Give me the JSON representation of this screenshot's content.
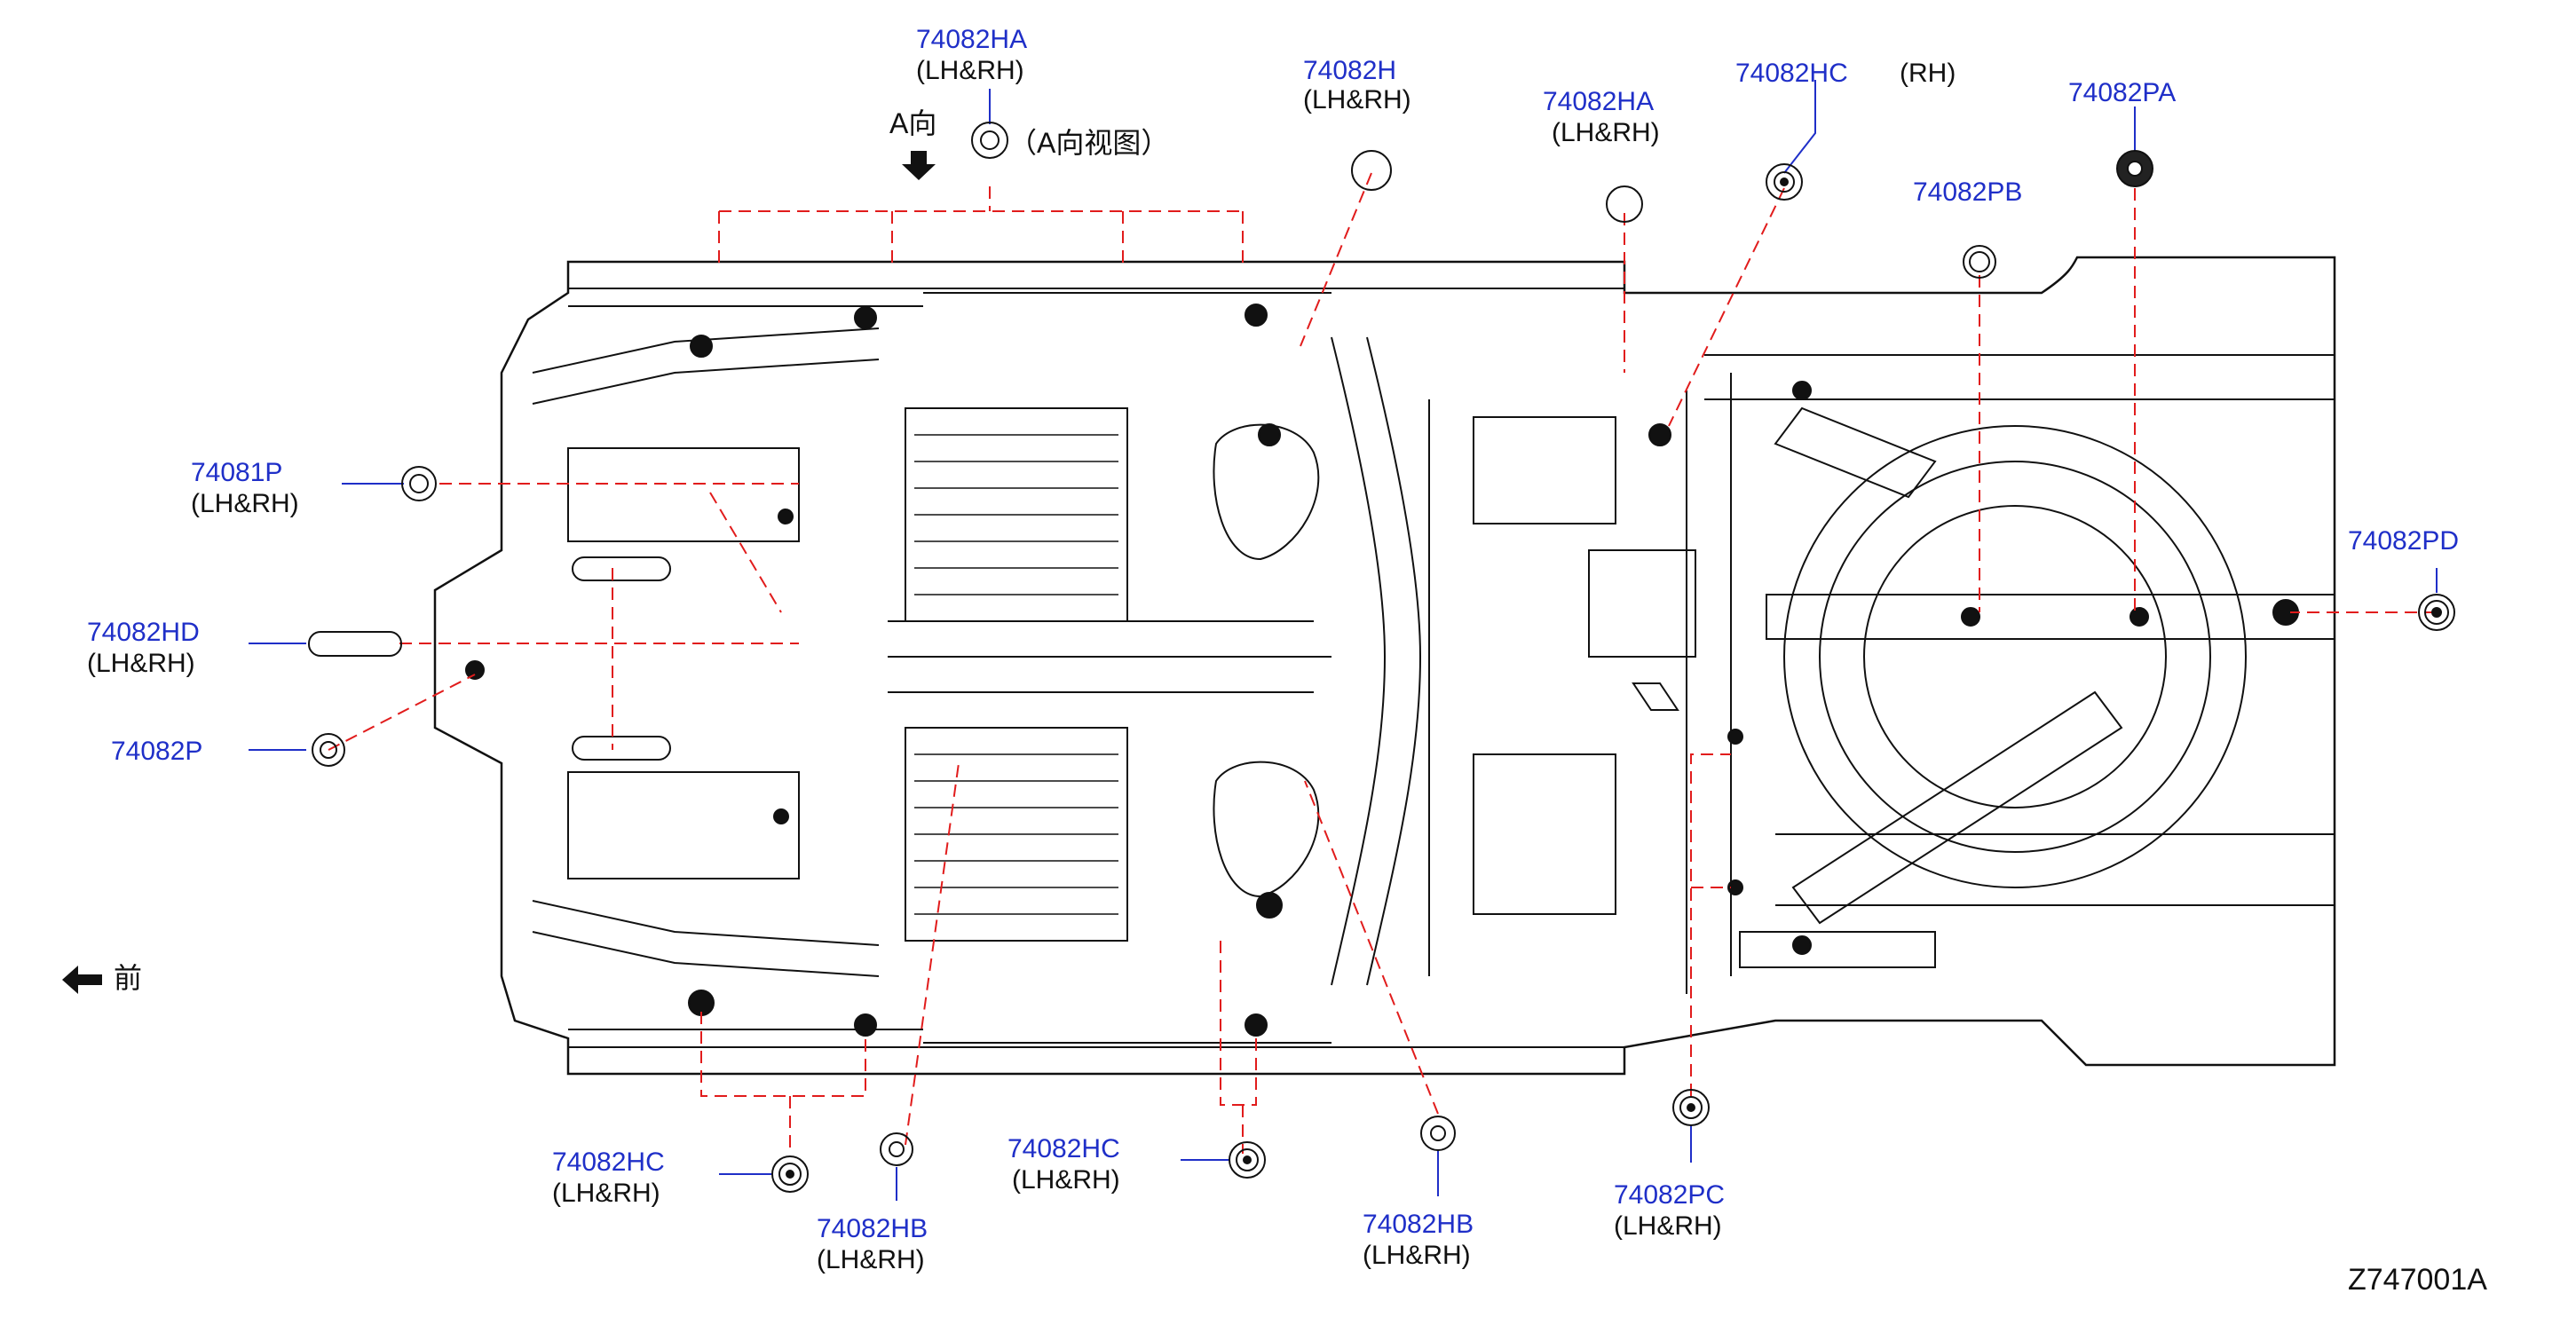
{
  "colors": {
    "part_number": "#1f2fc8",
    "leader_dashed": "#e11c1c",
    "leader_solid": "#1f2fc8",
    "outline": "#111111"
  },
  "view_a": {
    "label": "A向",
    "caption": "（A向视图）"
  },
  "front": {
    "label": "前"
  },
  "diagram_code": "Z747001A",
  "rh_note": "(RH)",
  "callouts": {
    "hc_top": {
      "part": "74082HC"
    },
    "ha_top": {
      "part": "74082HA",
      "side": "(LH&RH)"
    },
    "h_top": {
      "part": "74082H",
      "side": "(LH&RH)"
    },
    "ha_mid": {
      "part": "74082HA",
      "side": "(LH&RH)"
    },
    "pa": {
      "part": "74082PA"
    },
    "pb": {
      "part": "74082PB"
    },
    "pd": {
      "part": "74082PD"
    },
    "p81": {
      "part": "74081P",
      "side": "(LH&RH)"
    },
    "hd": {
      "part": "74082HD",
      "side": "(LH&RH)"
    },
    "p": {
      "part": "74082P"
    },
    "hc_bl": {
      "part": "74082HC",
      "side": "(LH&RH)"
    },
    "hb_bl": {
      "part": "74082HB",
      "side": "(LH&RH)"
    },
    "hc_bm": {
      "part": "74082HC",
      "side": "(LH&RH)"
    },
    "hb_bm": {
      "part": "74082HB",
      "side": "(LH&RH)"
    },
    "pc": {
      "part": "74082PC",
      "side": "(LH&RH)"
    }
  }
}
